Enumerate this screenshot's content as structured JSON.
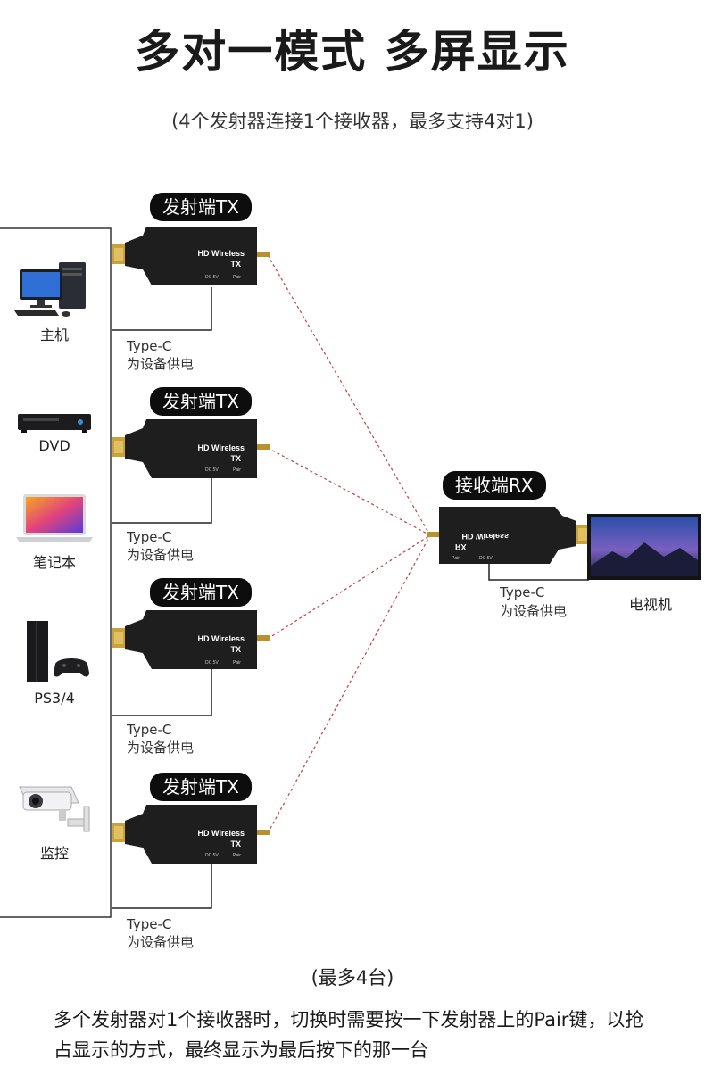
{
  "header": {
    "title": "多对一模式 多屏显示",
    "subtitle": "(4个发射器连接1个接收器，最多支持4对1)"
  },
  "transmitters": [
    {
      "label": "发射端TX",
      "device": "主机",
      "brand": "HD Wireless",
      "model": "TX",
      "dc": "DC 5V",
      "pair": "Pair",
      "power_1": "Type-C",
      "power_2": "为设备供电"
    },
    {
      "label": "发射端TX",
      "device": "DVD",
      "brand": "HD Wireless",
      "model": "TX",
      "dc": "DC 5V",
      "pair": "Pair",
      "power_1": "Type-C",
      "power_2": "为设备供电"
    },
    {
      "label": "发射端TX",
      "device": "PS3/4",
      "brand": "HD Wireless",
      "model": "TX",
      "dc": "DC 5V",
      "pair": "Pair",
      "power_1": "Type-C",
      "power_2": "为设备供电"
    },
    {
      "label": "发射端TX",
      "device": "监控",
      "brand": "HD Wireless",
      "model": "TX",
      "dc": "DC 5V",
      "pair": "Pair",
      "power_1": "Type-C",
      "power_2": "为设备供电"
    }
  ],
  "extra_device": {
    "device": "笔记本"
  },
  "receiver": {
    "label": "接收端RX",
    "brand": "HD Wireless",
    "model": "RX",
    "dc": "DC 5V",
    "pair": "Pair",
    "power_1": "Type-C",
    "power_2": "为设备供电",
    "display": "电视机"
  },
  "footer": {
    "count": "(最多4台)",
    "note": "多个发射器对1个接收器时，切换时需要按一下发射器上的Pair键，以抢占显示的方式，最终显示为最后按下的那一台"
  },
  "colors": {
    "link": "#c44a5a",
    "dongle": "#1e1e1e",
    "pill": "#0d0d0d"
  }
}
